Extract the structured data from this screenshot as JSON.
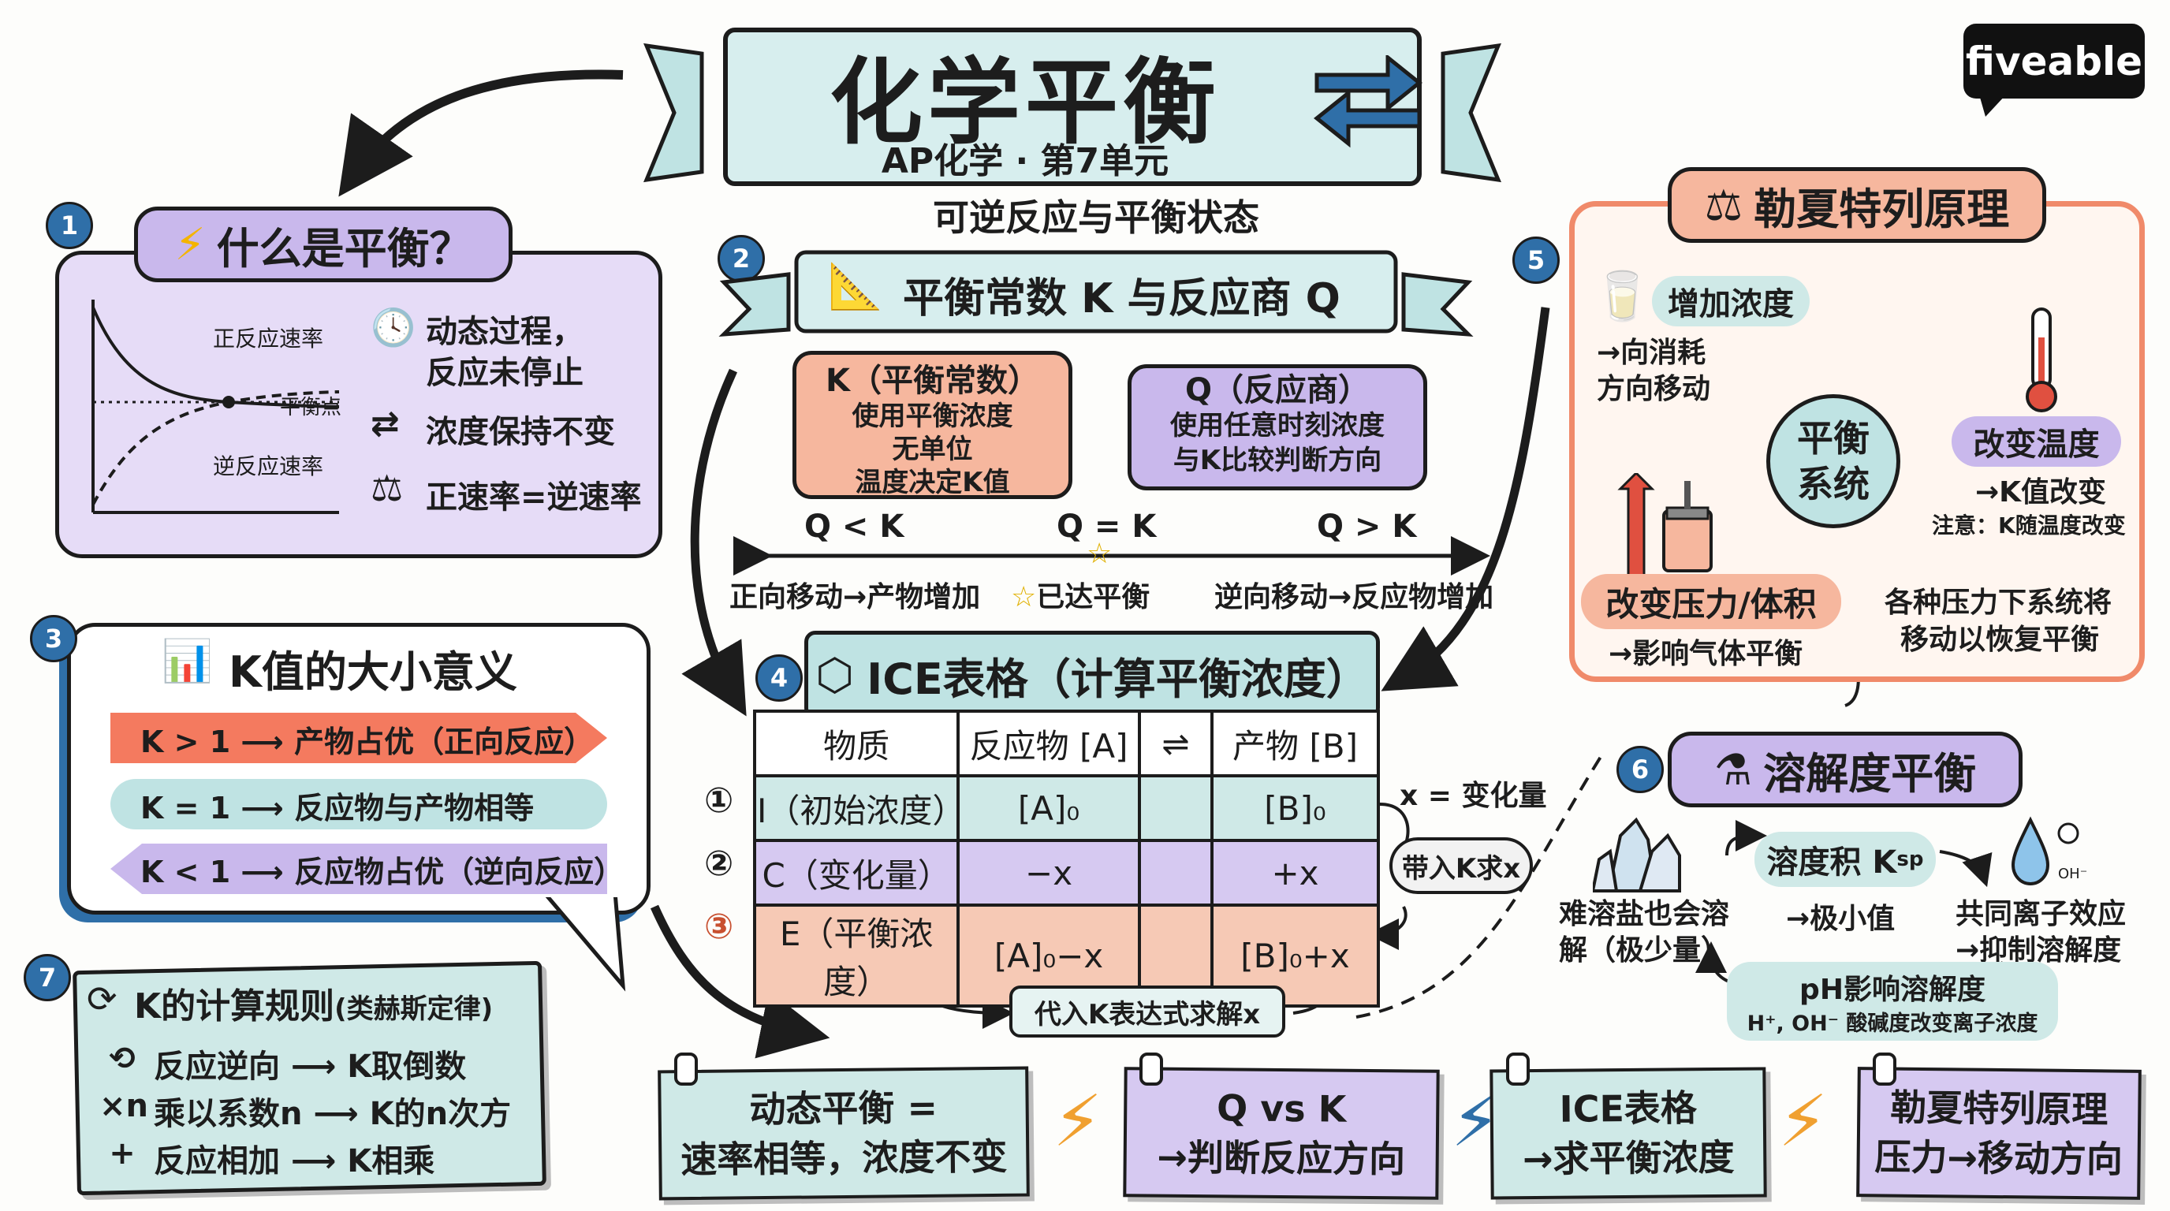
{
  "brand": "fiveable",
  "title": {
    "main": "化学平衡",
    "sub": "AP化学 · 第7单元",
    "tagline": "可逆反应与平衡状态"
  },
  "s1": {
    "num": "1",
    "heading": "什么是平衡？",
    "graph": {
      "forward": "正反应速率",
      "eq_point": "平衡点",
      "reverse": "逆反应速率"
    },
    "points": [
      "动态过程，",
      "反应未停止",
      "浓度保持不变",
      "正速率=逆速率"
    ]
  },
  "s2": {
    "num": "2",
    "heading": "平衡常数 K 与反应商 Q",
    "k_box": [
      "K（平衡常数）",
      "使用平衡浓度",
      "无单位",
      "温度决定K值"
    ],
    "q_box": [
      "Q（反应商）",
      "使用任意时刻浓度",
      "与K比较判断方向"
    ],
    "axis": {
      "q_lt_k": "Q < K",
      "q_eq_k": "Q = K",
      "q_gt_k": "Q > K",
      "left": "正向移动→产物增加",
      "mid": "已达平衡",
      "right": "逆向移动→反应物增加"
    }
  },
  "s3": {
    "num": "3",
    "heading": "K值的大小意义",
    "rows": [
      "K > 1 ⟶ 产物占优（正向反应）",
      "K = 1 ⟶ 反应物与产物相等",
      "K < 1 ⟶ 反应物占优（逆向反应）"
    ],
    "colors": [
      "#f47a5f",
      "#bfe3e3",
      "#c9b8ec"
    ]
  },
  "s4": {
    "num": "4",
    "heading": "ICE表格（计算平衡浓度）",
    "headers": [
      "物质",
      "反应物 [A]",
      "⇌",
      "产物 [B]"
    ],
    "row_marks": [
      "①",
      "②",
      "③"
    ],
    "rows": [
      [
        "I（初始浓度）",
        "[A]₀",
        "",
        "[B]₀"
      ],
      [
        "C（变化量）",
        "−x",
        "",
        "+x"
      ],
      [
        "E（平衡浓度）",
        "[A]₀−x",
        "",
        "[B]₀+x"
      ]
    ],
    "x_note": "x = 变化量",
    "plug_k": "带入K求x",
    "solve": "代入K表达式求解x"
  },
  "s5": {
    "num": "5",
    "heading": "勒夏特列原理",
    "center": [
      "平衡",
      "系统"
    ],
    "conc": {
      "label": "增加浓度",
      "desc": [
        "→向消耗",
        "方向移动"
      ]
    },
    "temp": {
      "label": "改变温度",
      "desc": "→K值改变",
      "note": "注意：K随温度改变"
    },
    "press": {
      "label": "改变压力/体积",
      "desc": "→影响气体平衡",
      "side": [
        "各种压力下系统将",
        "移动以恢复平衡"
      ]
    }
  },
  "s6": {
    "num": "6",
    "heading": "溶解度平衡",
    "salt": [
      "难溶盐也会溶",
      "解（极少量）"
    ],
    "ksp": "溶度积 K",
    "ksp_sub": "sp",
    "ksp_desc": "→极小值",
    "common": [
      "共同离子效应",
      "→抑制溶解度"
    ],
    "ph": "pH影响溶解度",
    "ph_desc": "H⁺, OH⁻ 酸碱度改变离子浓度",
    "oh_label": "OH⁻"
  },
  "s7": {
    "num": "7",
    "heading": "K的计算规则",
    "heading_sub": "(类赫斯定律)",
    "rules": [
      "反应逆向 ⟶ K取倒数",
      "乘以系数n ⟶ K的n次方",
      "反应相加 ⟶ K相乘"
    ],
    "marks": [
      "⟲",
      "×n",
      "+"
    ]
  },
  "summary": [
    {
      "lines": [
        "动态平衡 =",
        "速率相等，浓度不变"
      ],
      "color": "#cfe9e7"
    },
    {
      "lines": [
        "Q vs K",
        "→判断反应方向"
      ],
      "color": "#d6c9f1"
    },
    {
      "lines": [
        "ICE表格",
        "→求平衡浓度"
      ],
      "color": "#cfe9e7"
    },
    {
      "lines": [
        "勒夏特列原理",
        "压力→移动方向"
      ],
      "color": "#d6c9f1"
    }
  ]
}
